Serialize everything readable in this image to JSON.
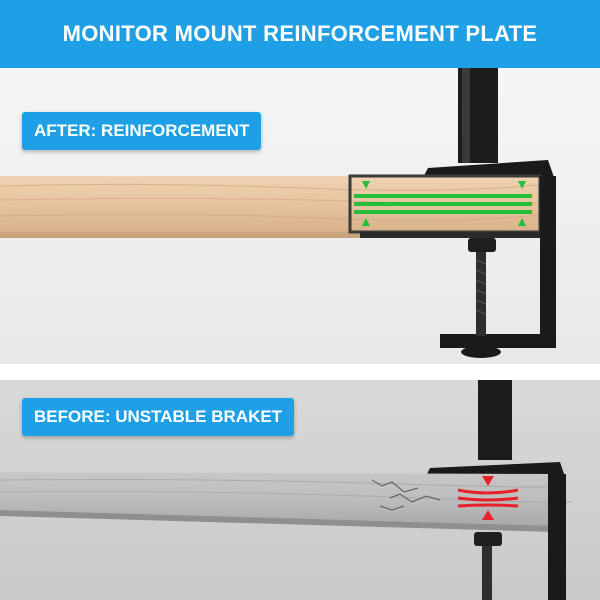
{
  "header": {
    "title": "MONITOR MOUNT REINFORCEMENT PLATE"
  },
  "after": {
    "label": "AFTER: REINFORCEMENT"
  },
  "before": {
    "label": "BEFORE: UNSTABLE BRAKET"
  },
  "colors": {
    "brand_blue": "#1e9fe6",
    "support_green": "#22c03a",
    "stress_red": "#e8202a"
  },
  "icons": [
    "arrow-down-icon",
    "arrow-up-icon"
  ]
}
